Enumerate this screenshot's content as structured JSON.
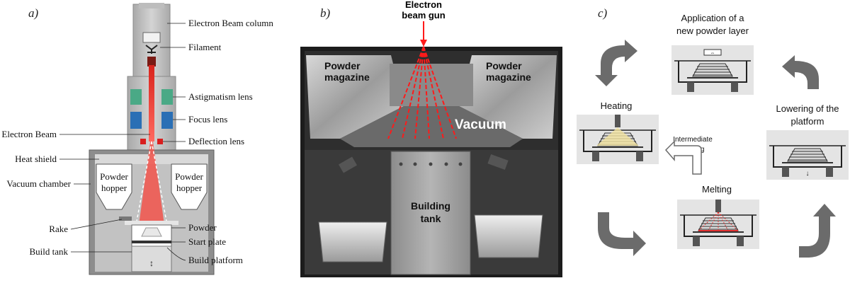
{
  "panel_a": {
    "label": "a)",
    "labels": {
      "column": "Electron Beam column",
      "filament": "Filament",
      "astigmatism": "Astigmatism lens",
      "focus": "Focus lens",
      "beam": "Electron Beam",
      "deflection": "Deflection lens",
      "heat_shield": "Heat shield",
      "vacuum_chamber": "Vacuum chamber",
      "hopper_left": [
        "Powder",
        "hopper"
      ],
      "hopper_right": [
        "Powder",
        "hopper"
      ],
      "rake": "Rake",
      "powder": "Powder",
      "start_plate": "Start plate",
      "build_tank": "Build tank",
      "build_platform": "Build platform"
    },
    "colors": {
      "beam": "#e0201e",
      "astig": "#4aa986",
      "focus": "#2a6fb5",
      "defl": "#d81e1e"
    }
  },
  "panel_b": {
    "label": "b)",
    "labels": {
      "gun": [
        "Electron",
        "beam gun"
      ],
      "magazine_left": [
        "Powder",
        "magazine"
      ],
      "magazine_right": [
        "Powder",
        "magazine"
      ],
      "vacuum": "Vacuum",
      "tank": [
        "Building",
        "tank"
      ]
    },
    "colors": {
      "beam": "#ff1a1a"
    }
  },
  "panel_c": {
    "label": "c)",
    "steps": {
      "application": [
        "Application of a",
        "new powder layer"
      ],
      "lowering": [
        "Lowering of the",
        "platform"
      ],
      "heating": "Heating",
      "intermediate": [
        "Intermediate",
        "heating"
      ],
      "melting": "Melting"
    },
    "colors": {
      "arrow": "#6b6b6b",
      "heat": "#f3e3a0",
      "melt": "#e03030"
    }
  }
}
